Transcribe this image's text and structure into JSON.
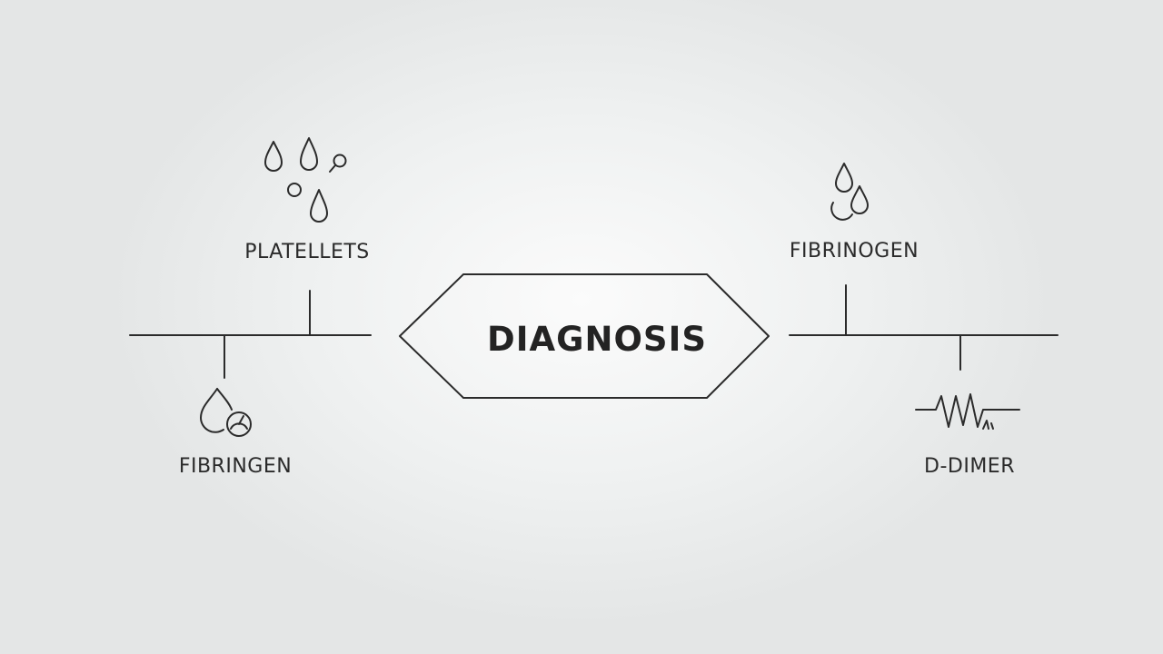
{
  "center": {
    "title": "DIAGNOSIS"
  },
  "left_branch": {
    "top_label": "PLATELLETS",
    "top_icon": "droplets-icon",
    "bottom_label": "FIBRINGEN",
    "bottom_icon": "drop-with-gauge-icon"
  },
  "right_branch": {
    "top_label": "FIBRINOGEN",
    "top_icon": "droplets-icon",
    "bottom_label": "D-DIMER",
    "bottom_icon": "waveform-icon"
  },
  "colors": {
    "line": "#2b2b2b",
    "text": "#2a2a2a",
    "background_center": "#fbfbfb",
    "background_edge": "#e4e6e6"
  }
}
